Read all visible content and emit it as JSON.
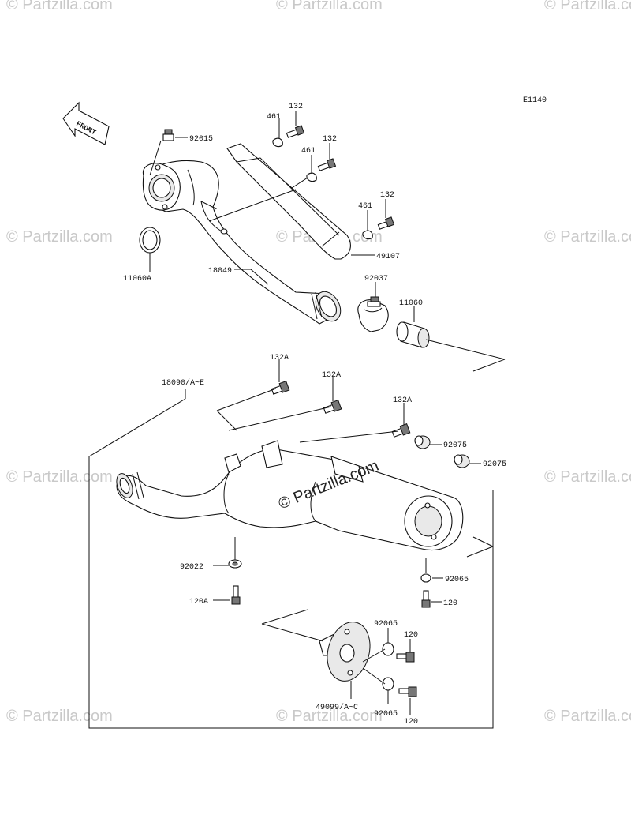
{
  "diagram": {
    "code": "E1140",
    "front_label": "FRONT",
    "watermark": "© Partzilla.com",
    "center_watermark": "© Partzilla.com",
    "parts": {
      "p92015": "92015",
      "p461a": "461",
      "p132a": "132",
      "p461b": "461",
      "p132b": "132",
      "p132c": "132",
      "p461c": "461",
      "p49107": "49107",
      "p11060A": "11060A",
      "p18049": "18049",
      "p92037": "92037",
      "p11060": "11060",
      "p132A1": "132A",
      "p132A2": "132A",
      "p132A3": "132A",
      "p18090": "18090/A~E",
      "p92075a": "92075",
      "p92075b": "92075",
      "p92022": "92022",
      "p92065a": "92065",
      "p120A": "120A",
      "p120a": "120",
      "p92065b": "92065",
      "p120b": "120",
      "p49099": "49099/A~C",
      "p92065c": "92065",
      "p120c": "120"
    }
  }
}
